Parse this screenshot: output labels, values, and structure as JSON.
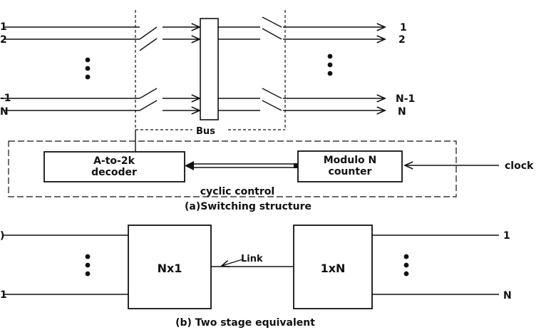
{
  "switching": {
    "inputs": {
      "top": [
        "1",
        "2"
      ],
      "bottom": [
        "-1",
        "N"
      ]
    },
    "outputs": {
      "top": [
        "1",
        "2"
      ],
      "bottom": [
        "N-1",
        "N"
      ]
    },
    "bus_label": "Bus",
    "decoder_label": [
      "A-to-2k",
      "decoder"
    ],
    "counter_label": [
      "Modulo N",
      "counter"
    ],
    "clock_label": "clock",
    "control_label": "cyclic control",
    "caption": "(a)Switching structure"
  },
  "two_stage": {
    "left_box_label": "Nx1",
    "right_box_label": "1xN",
    "link_label": "Link",
    "inputs": [
      ")",
      "1"
    ],
    "outputs": [
      "1",
      "N"
    ],
    "caption": "(b) Two stage equivalent"
  }
}
